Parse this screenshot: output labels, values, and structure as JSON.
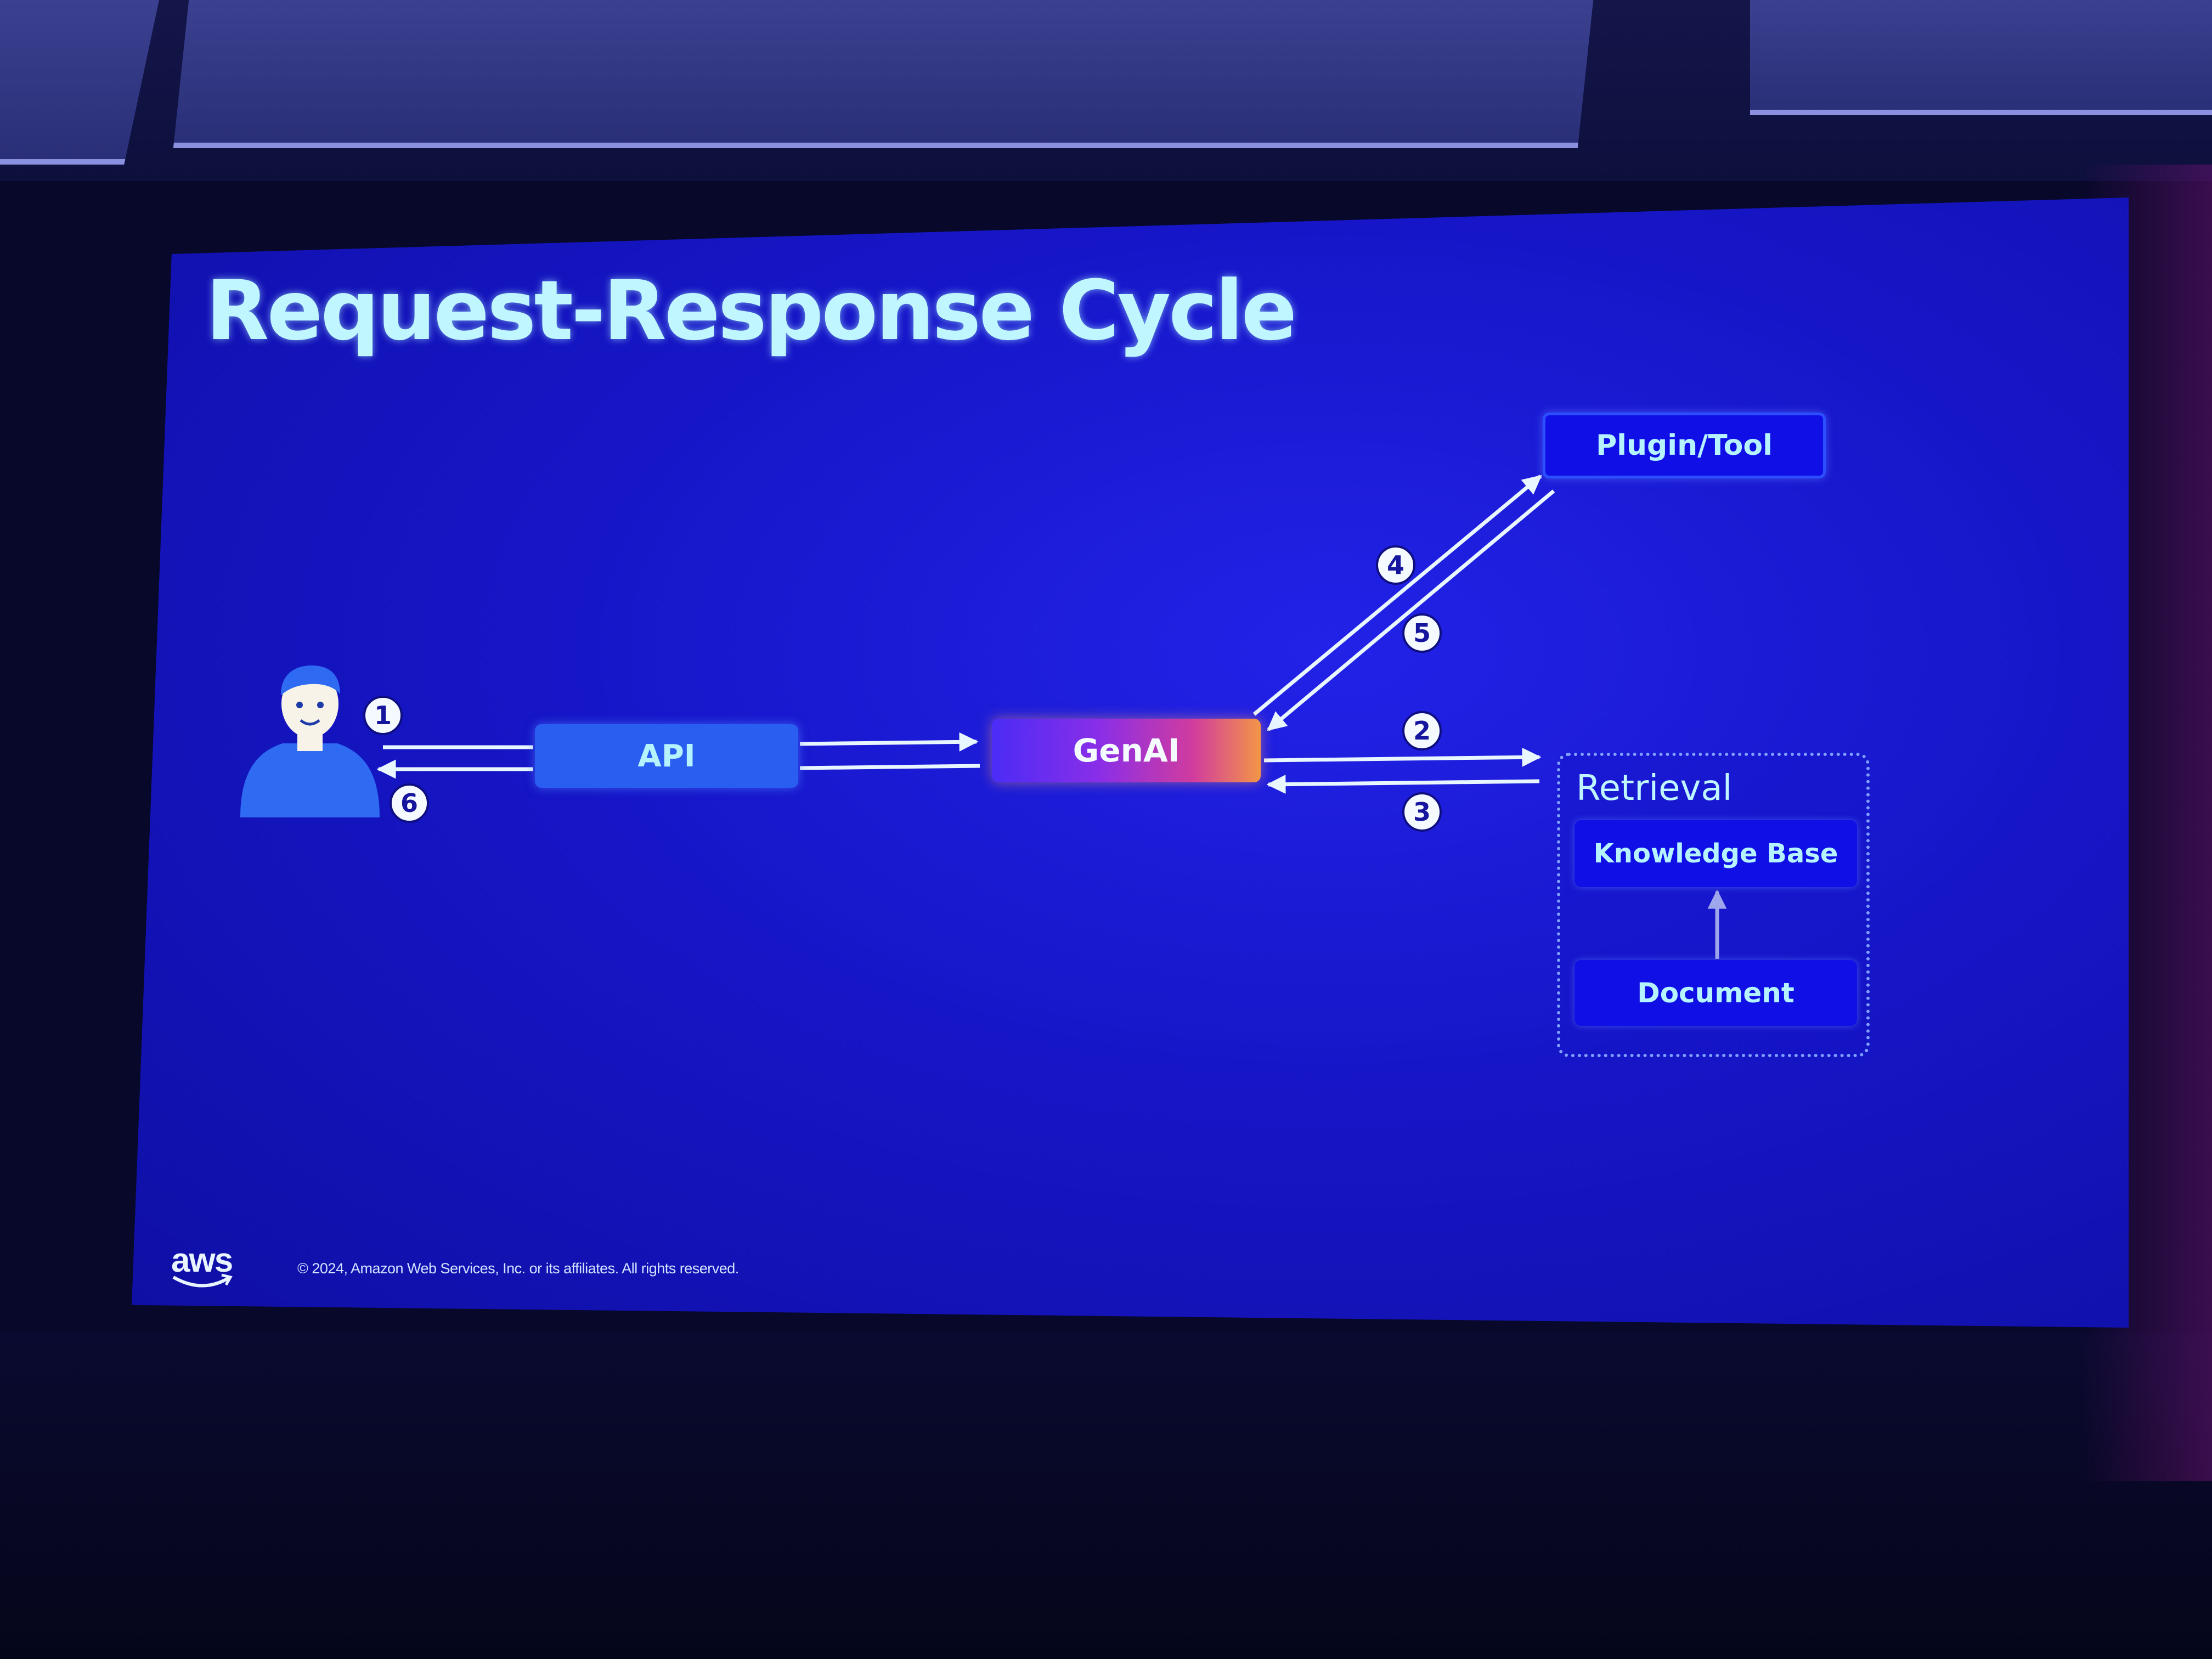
{
  "slide": {
    "title": "Request-Response Cycle",
    "footer_copyright": "© 2024, Amazon Web Services, Inc. or its affiliates. All rights reserved.",
    "logo_text": "aws"
  },
  "nodes": {
    "api": "API",
    "genai": "GenAI",
    "plugin_tool": "Plugin/Tool",
    "retrieval_group": "Retrieval",
    "knowledge_base": "Knowledge Base",
    "document": "Document",
    "user_icon": "person-icon"
  },
  "steps": [
    "1",
    "2",
    "3",
    "4",
    "5",
    "6"
  ],
  "colors": {
    "slide_background": "#1616c8",
    "title_text": "#bff6ff",
    "api_box": "#2a5ef0",
    "genai_gradient_start": "#4b2cf6",
    "genai_gradient_end": "#f39646",
    "node_box": "#1010e6",
    "step_badge": "#f4faff"
  }
}
